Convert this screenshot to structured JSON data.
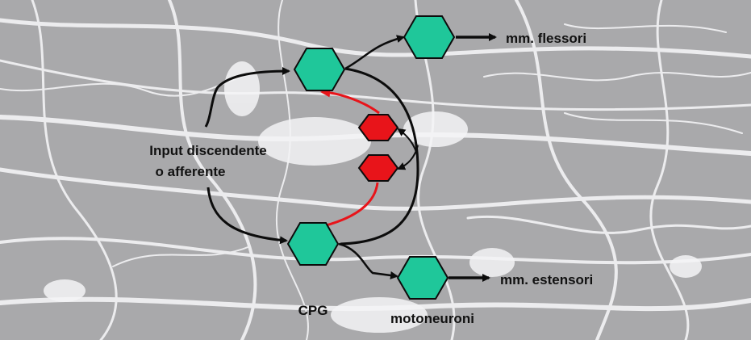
{
  "labels": {
    "input_line1": "Input discendente",
    "input_line2": "o afferente",
    "flexors": "mm. flessori",
    "extensors": "mm. estensori",
    "cpg": "CPG",
    "motoneurons": "motoneuroni"
  },
  "colors": {
    "background": "#a9a9ab",
    "fiber": "#f4f4f6",
    "excitatory_neuron": "#1fc79a",
    "inhibitory_neuron": "#e8141a",
    "black_path": "#0c0c0c",
    "inhibitory_path": "#e8141a"
  }
}
